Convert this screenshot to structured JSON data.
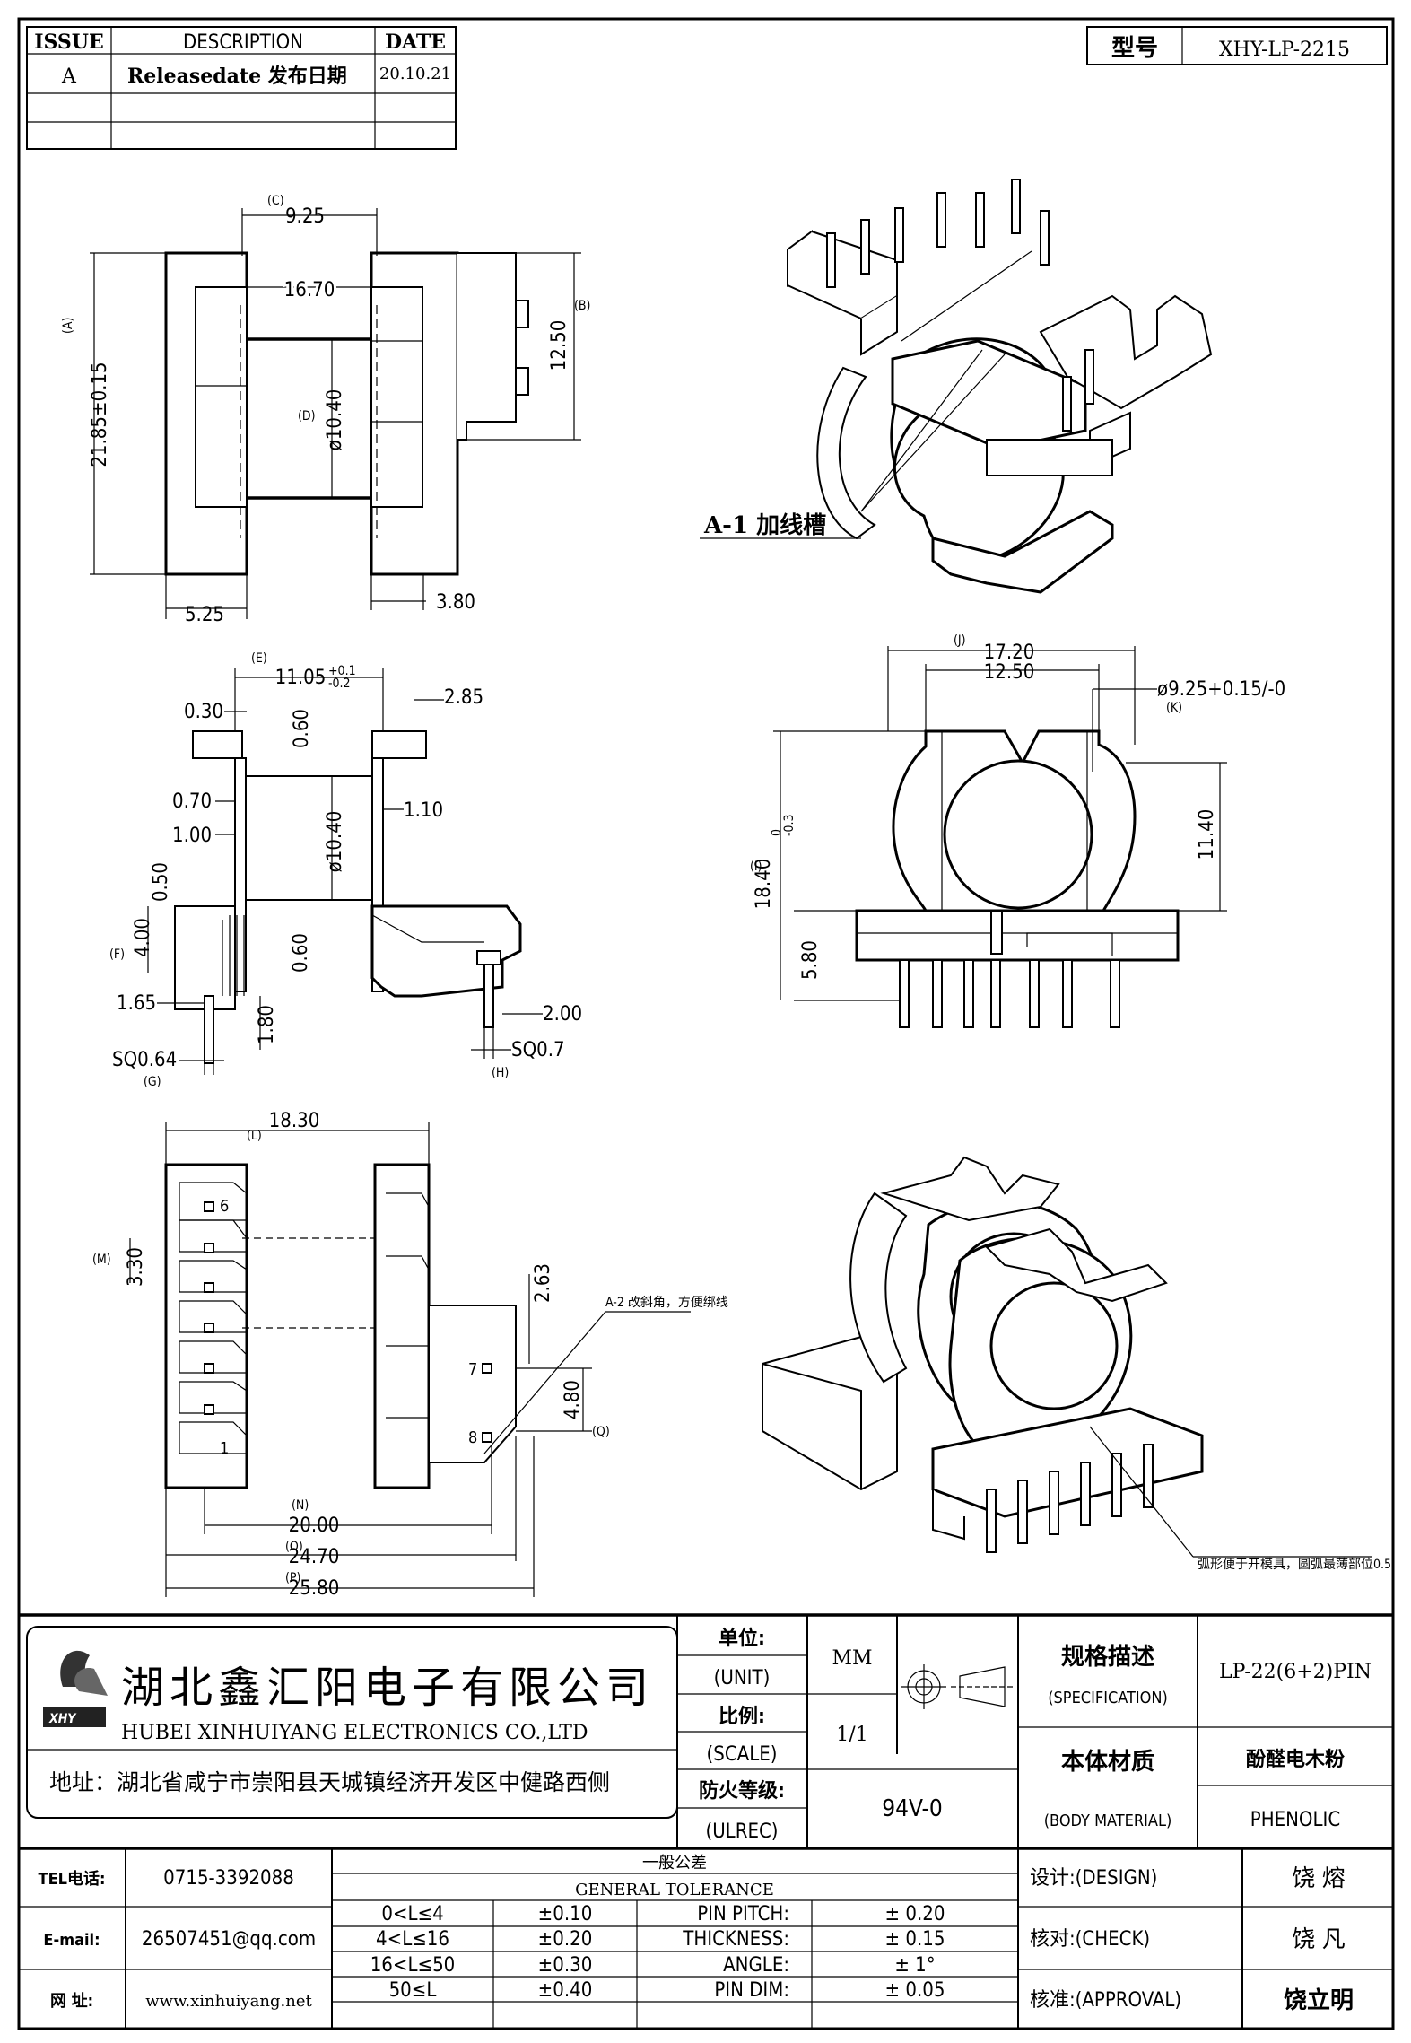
{
  "revision_table": {
    "headers": {
      "issue": "ISSUE",
      "description": "DESCRIPTION",
      "date": "DATE"
    },
    "rows": [
      {
        "issue": "A",
        "description": "Releasedate 发布日期",
        "date": "20.10.21"
      }
    ]
  },
  "model": {
    "label": "型号",
    "value": "XHY-LP-2215"
  },
  "front_view": {
    "c": "(C)",
    "c_val": "9.25",
    "inner": "16.70",
    "a": "(A)",
    "a_val": "21.85±0.15",
    "b": "(B)",
    "b_val": "12.50",
    "d": "(D)",
    "d_val": "ø10.40",
    "left_w": "5.25",
    "right_w": "3.80"
  },
  "iso_top": {
    "callout": "A-1 加线槽"
  },
  "side_view": {
    "e": "(E)",
    "e_val": "11.05",
    "e_tol_up": "+0.1",
    "e_tol_dn": "-0.2",
    "d030": "0.30",
    "d285": "2.85",
    "d060a": "0.60",
    "d070": "0.70",
    "d100": "1.00",
    "d110": "1.10",
    "d1040": "ø10.40",
    "d050": "0.50",
    "f": "(F)",
    "d400": "4.00",
    "d060b": "0.60",
    "d165": "1.65",
    "d180": "1.80",
    "d200": "2.00",
    "g_val": "SQ0.64",
    "g": "(G)",
    "h_val": "SQ0.7",
    "h": "(H)"
  },
  "end_view": {
    "j": "(J)",
    "j_val": "17.20",
    "inner": "12.50",
    "k_val": "ø9.25+0.15/-0",
    "k": "(K)",
    "i": "(I)",
    "i_val": "18.40",
    "i_tol_up": "0",
    "i_tol_dn": "-0.3",
    "h_val": "11.40",
    "base": "5.80"
  },
  "bottom_view": {
    "l": "(L)",
    "l_val": "18.30",
    "m": "(M)",
    "m_val": "3.30",
    "d263": "2.63",
    "q_val": "4.80",
    "q": "(Q)",
    "note": "A-2 改斜角，方便绑线",
    "pin_labels": [
      "6",
      "7",
      "8",
      "1"
    ],
    "n": "(N)",
    "n_val": "20.00",
    "o": "(O)",
    "o_val": "24.70",
    "p": "(P)",
    "p_val": "25.80"
  },
  "iso_bottom": {
    "note": "弧形便于开模具，圆弧最薄部位0.5"
  },
  "title_block": {
    "company_cn": "湖北鑫汇阳电子有限公司",
    "company_en": "HUBEI XINHUIYANG ELECTRONICS CO.,LTD",
    "logo_text": "XHY",
    "address": "地址：湖北省咸宁市崇阳县天城镇经济开发区中健路西侧",
    "unit_label": "单位:",
    "unit_en": "(UNIT)",
    "unit_value": "MM",
    "scale_label": "比例:",
    "scale_en": "(SCALE)",
    "scale_value": "1/1",
    "fire_label": "防火等级:",
    "fire_en": "(ULREC)",
    "fire_value": "94V-0",
    "spec_label": "规格描述",
    "spec_en": "(SPECIFICATION)",
    "spec_value": "LP-22(6+2)PIN",
    "material_label": "本体材质",
    "material_en": "(BODY MATERIAL)",
    "material_cn": "酚醛电木粉",
    "material_value": "PHENOLIC",
    "tel_label": "TEL电话:",
    "tel_value": "0715-3392088",
    "email_label": "E-mail:",
    "email_value": "26507451@qq.com",
    "web_label": "网  址:",
    "web_value": "www.xinhuiyang.net",
    "tolerance_cn": "一般公差",
    "tolerance_en": "GENERAL TOLERANCE",
    "tolerances": [
      {
        "range": "0<L≤4",
        "value": "±0.10",
        "param": "PIN PITCH:",
        "pval": "± 0.20"
      },
      {
        "range": "4<L≤16",
        "value": "±0.20",
        "param": "THICKNESS:",
        "pval": "± 0.15"
      },
      {
        "range": "16<L≤50",
        "value": "±0.30",
        "param": "ANGLE:",
        "pval": "± 1°"
      },
      {
        "range": "50≤L",
        "value": "±0.40",
        "param": "PIN DIM:",
        "pval": "± 0.05"
      }
    ],
    "design_label": "设计:(DESIGN)",
    "design_name": "饶  熔",
    "check_label": "核对:(CHECK)",
    "check_name": "饶  凡",
    "approval_label": "核准:(APPROVAL)",
    "approval_name": "饶立明"
  }
}
